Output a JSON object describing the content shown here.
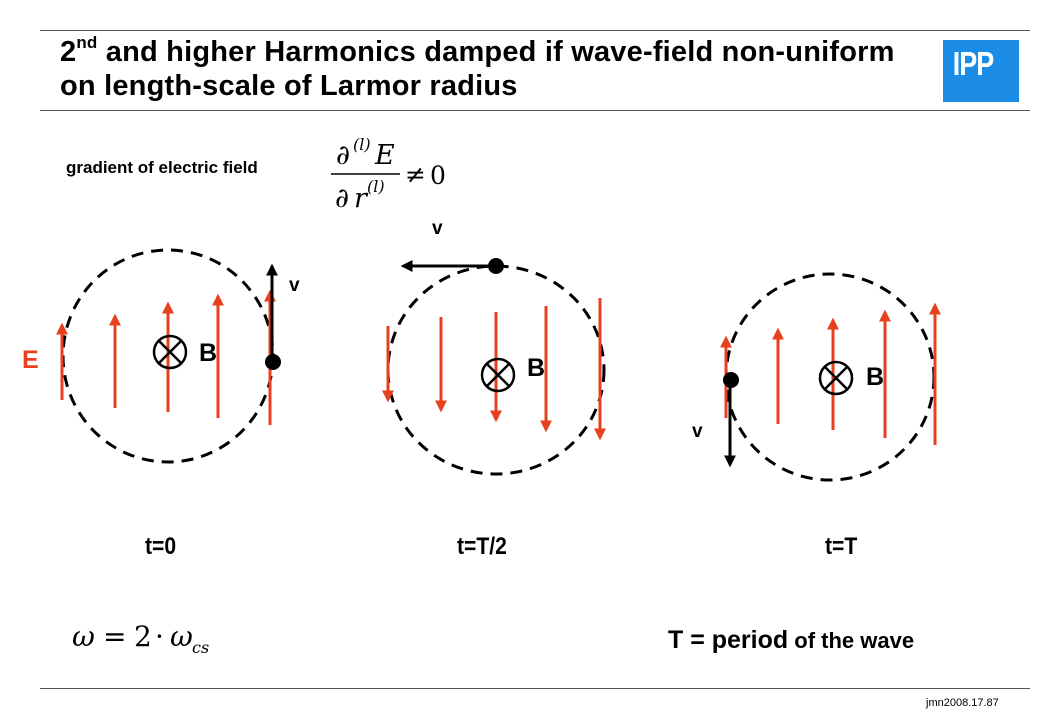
{
  "title": {
    "part1": "2",
    "sup": "nd",
    "part2": " and higher Harmonics damped if wave-field non-uniform on length-scale of Larmor radius"
  },
  "logo_text": "IPP",
  "colors": {
    "logo": "#1a8ce6",
    "efield": "#e8401c",
    "rules": "#555555"
  },
  "gradient_label": "gradient of electric field",
  "gradient_formula": {
    "num_partial": "∂",
    "num_order": "(l)",
    "num_var": "E",
    "den_partial": "∂",
    "den_var": "r",
    "den_order": "(l)",
    "relation": "≠",
    "rhs": "0"
  },
  "field_label": "E",
  "panels": [
    {
      "time_label": "t=0",
      "b_label": "B",
      "v_label": "v"
    },
    {
      "time_label": "t=T/2",
      "b_label": "B",
      "v_label": "v"
    },
    {
      "time_label": "t=T",
      "b_label": "B",
      "v_label": "v"
    }
  ],
  "omega_formula": {
    "lhs": "ω",
    "eq": "=",
    "factor": "2",
    "dot": "·",
    "rhs": "ω",
    "rhs_sub": "cs"
  },
  "period_note": {
    "main": "T = period",
    "rest": " of the wave"
  },
  "footer": "jmn2008.17.87"
}
